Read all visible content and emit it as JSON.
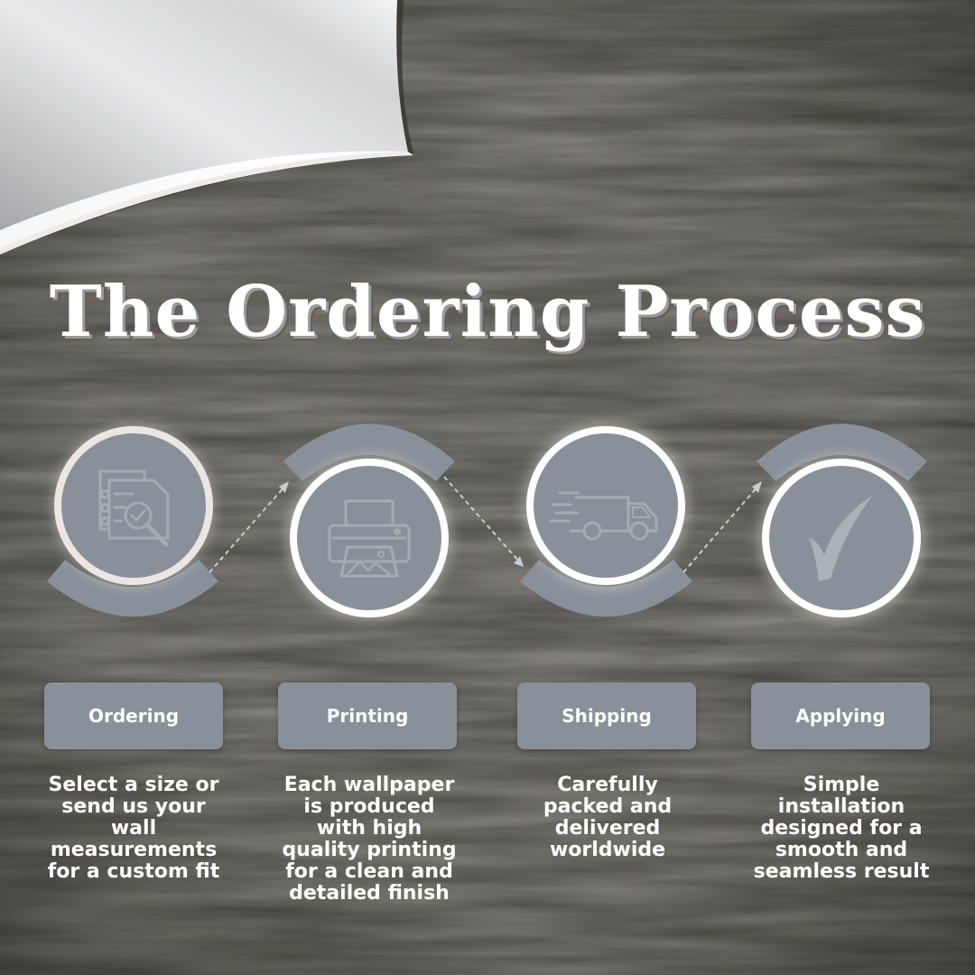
{
  "title": "The Ordering Process",
  "steps": [
    {
      "label": "Ordering",
      "description": "Select a size or\nsend us your\nwall\nmeasurements\nfor a custom fit",
      "icon": "document-search-icon"
    },
    {
      "label": "Printing",
      "description": "Each wallpaper\nis produced\nwith high\nquality printing\nfor a clean and\ndetailed finish",
      "icon": "printer-icon"
    },
    {
      "label": "Shipping",
      "description": "Carefully\npacked and\ndelivered\nworldwide",
      "icon": "delivery-truck-icon"
    },
    {
      "label": "Applying",
      "description": "Simple\ninstallation\ndesigned for a\nsmooth and\nseamless result",
      "icon": "checkmark-icon"
    }
  ],
  "colors": {
    "background": "#3d3b37",
    "circle_fill": "#8a9099",
    "label_fill": "#8a9099",
    "ring": "#ffffff",
    "text": "#ffffff"
  }
}
